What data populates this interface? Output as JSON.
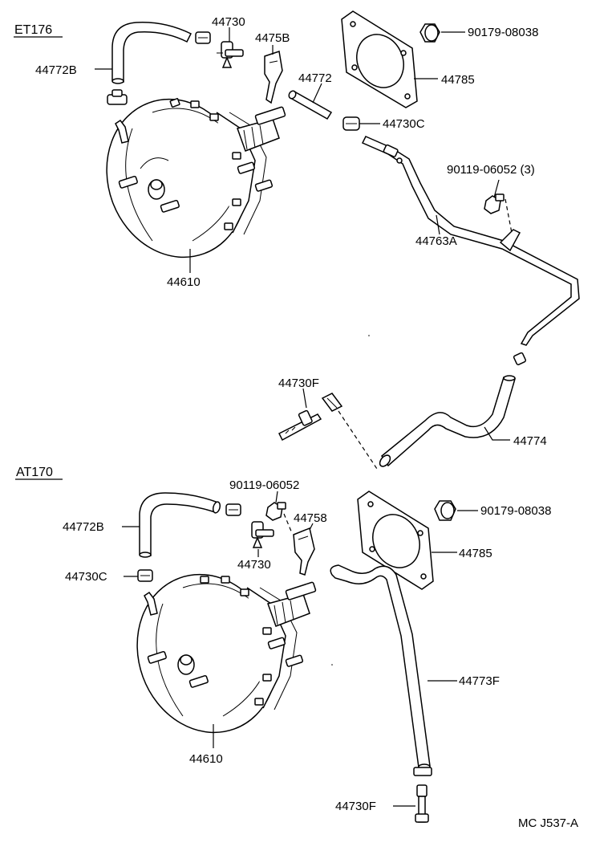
{
  "sections": {
    "top": "ET176",
    "bottom": "AT170"
  },
  "labels": {
    "p_44730_top": "44730",
    "p_44758_top": "4475B",
    "p_90179_top": "90179-08038",
    "p_44772B_top": "44772B",
    "p_44772": "44772",
    "p_44785_top": "44785",
    "p_44730C_top": "44730C",
    "p_90119_top": "90119-06052 (3)",
    "p_44763A": "44763A",
    "p_44610_top": "44610",
    "p_44730F_top": "44730F",
    "p_44774": "44774",
    "p_90119_bot": "90119-06052",
    "p_90179_bot": "90179-08038",
    "p_44772B_bot": "44772B",
    "p_44758_bot": "44758",
    "p_44785_bot": "44785",
    "p_44730_bot": "44730",
    "p_44730C_bot": "44730C",
    "p_44773F": "44773F",
    "p_44610_bot": "44610",
    "p_44730F_bot": "44730F"
  },
  "footer": "MC J537-A"
}
